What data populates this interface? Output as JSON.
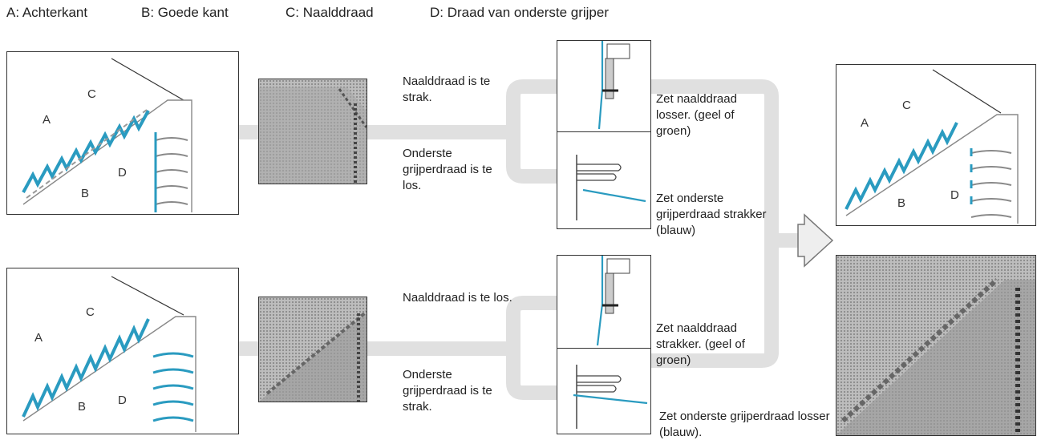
{
  "legend": {
    "a": "A: Achterkant",
    "b": "B: Goede kant",
    "c": "C: Naalddraad",
    "d": "D: Draad van onderste grijper"
  },
  "labels": {
    "a": "A",
    "b": "B",
    "c": "C",
    "d": "D"
  },
  "top": {
    "problem_needle": "Naalddraad is te strak.",
    "problem_looper": "Onderste grijperdraad is te los.",
    "fix_needle": "Zet naalddraad losser. (geel of groen)",
    "fix_looper": "Zet onderste grijperdraad strakker (blauw)"
  },
  "bottom": {
    "problem_needle": "Naalddraad is te los.",
    "problem_looper": "Onderste grijperdraad is te strak.",
    "fix_needle": "Zet naalddraad strakker. (geel of groen)",
    "fix_looper": "Zet onderste grijperdraad losser (blauw)."
  },
  "colors": {
    "thread_blue": "#2a9bc0",
    "flow_gray": "#e0e0e0",
    "outline": "#333333"
  }
}
